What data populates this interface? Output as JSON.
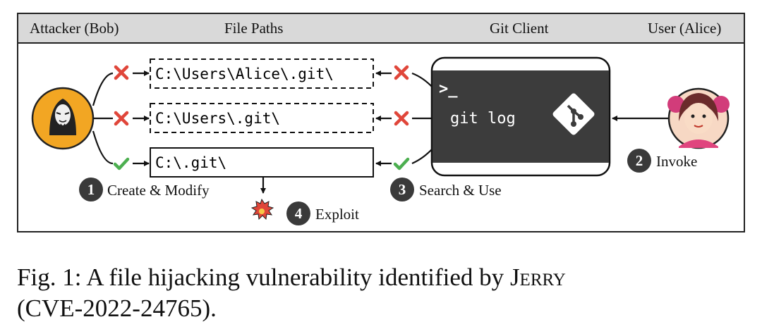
{
  "header": {
    "attacker": "Attacker (Bob)",
    "file_paths": "File Paths",
    "git_client": "Git Client",
    "user": "User (Alice)"
  },
  "paths": [
    {
      "text": "C:\\Users\\Alice\\.git\\",
      "status": "blocked"
    },
    {
      "text": "C:\\Users\\.git\\",
      "status": "blocked"
    },
    {
      "text": "C:\\.git\\",
      "status": "allowed"
    }
  ],
  "terminal": {
    "prompt": ">_",
    "command": "git log"
  },
  "steps": [
    {
      "number": "1",
      "label": "Create & Modify"
    },
    {
      "number": "2",
      "label": "Invoke"
    },
    {
      "number": "3",
      "label": "Search & Use"
    },
    {
      "number": "4",
      "label": "Exploit"
    }
  ],
  "caption": {
    "prefix": "Fig. 1: A file hijacking vulnerability identified by ",
    "tool": "Jerry",
    "suffix": "(CVE-2022-24765)."
  },
  "colors": {
    "cross": "#e0463a",
    "check": "#4caf50",
    "attacker_bg": "#f2a623",
    "terminal_bg": "#3c3c3c",
    "header_bg": "#d9d9d9"
  }
}
